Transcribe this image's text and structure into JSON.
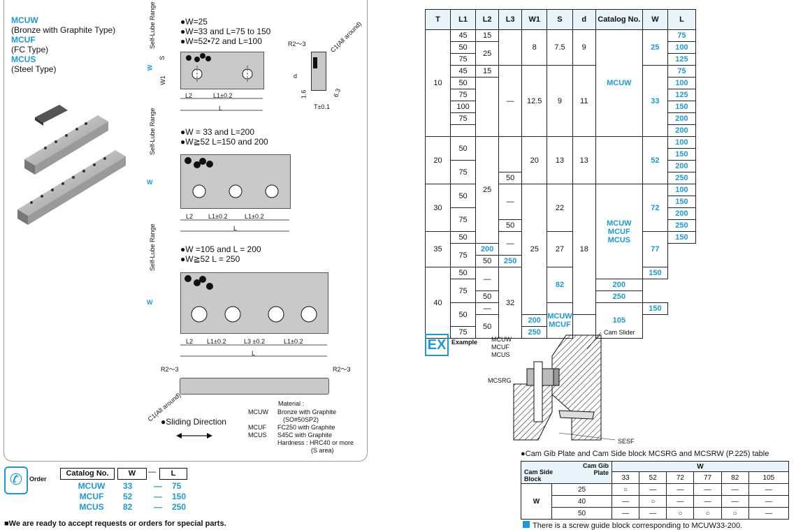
{
  "top_badge": "",
  "product": {
    "names": [
      {
        "code": "MCUW",
        "desc": "(Bronze with Graphite Type)"
      },
      {
        "code": "MCUF",
        "desc": "(FC Type)"
      },
      {
        "code": "MCUS",
        "desc": "(Steel Type)"
      }
    ]
  },
  "drawings": {
    "self_lube": "Self-Lube Range",
    "d1": {
      "bullets": [
        "●W=25",
        "●W=33 and L=75 to 150",
        "●W=52•72  and L=100"
      ]
    },
    "d2": {
      "bullets": [
        "●W = 33 and L=200",
        "●W≧52   L=150 and 200"
      ]
    },
    "d3": {
      "bullets": [
        "●W =105 and L = 200",
        "●W≧52   L = 250"
      ]
    },
    "labels": {
      "S": "S",
      "W": "W",
      "W1": "W1",
      "L": "L",
      "L2": "L2",
      "L1": "L1±0.2",
      "L3": "L3 ±0.2",
      "R": "R2～3",
      "C1": "C1(All around)",
      "T": "T±0.1",
      "d": "d",
      "h": "1.6",
      "r": "6.3"
    },
    "sliding": "●Sliding Direction",
    "material_title": "Material :",
    "materials": [
      {
        "code": "MCUW",
        "text": "Bronze with Graphite"
      },
      {
        "code": "",
        "text": "(SO#50SP2)"
      },
      {
        "code": "MCUF",
        "text": "FC250 with Graphite"
      },
      {
        "code": "MCUS",
        "text": "S45C with Graphite"
      },
      {
        "code": "",
        "text": "Hardness : HRC40 or more"
      },
      {
        "code": "",
        "text": "(S area)"
      }
    ]
  },
  "order": {
    "label": "Order",
    "headers": [
      "Catalog No.",
      "W",
      "L"
    ],
    "rows": [
      [
        "MCUW",
        "33",
        "75"
      ],
      [
        "MCUF",
        "52",
        "150"
      ],
      [
        "MCUS",
        "82",
        "250"
      ]
    ],
    "dash": "—"
  },
  "footer_left": "■We are ready to accept requests or orders for special parts.",
  "spec_table": {
    "headers": [
      "T",
      "L1",
      "L2",
      "L3",
      "W1",
      "S",
      "d",
      "Catalog No.",
      "W",
      "L"
    ]
  },
  "example": {
    "badge": "EX",
    "label": "Example",
    "labels": [
      "Cam Slider",
      "MCUW",
      "MCUF",
      "MCUS",
      "MCSRG",
      "SESF"
    ]
  },
  "compat": {
    "title": "●Cam Gib Plate and Cam Side block MCSRG and MCSRW (P.225) table",
    "corner_top": "Cam Gib Plate",
    "corner_bottom": "Cam Side Block",
    "w_label": "W",
    "cols": [
      "33",
      "52",
      "72",
      "77",
      "82",
      "105"
    ],
    "rows": [
      {
        "w": "25",
        "vals": [
          "○",
          "—",
          "—",
          "—",
          "—",
          "—"
        ]
      },
      {
        "w": "40",
        "vals": [
          "—",
          "○",
          "—",
          "—",
          "—",
          "—"
        ]
      },
      {
        "w": "50",
        "vals": [
          "—",
          "—",
          "○",
          "○",
          "○",
          "—"
        ]
      }
    ]
  },
  "footer_right": "There is a screw guide block corresponding to MCUW33-200."
}
